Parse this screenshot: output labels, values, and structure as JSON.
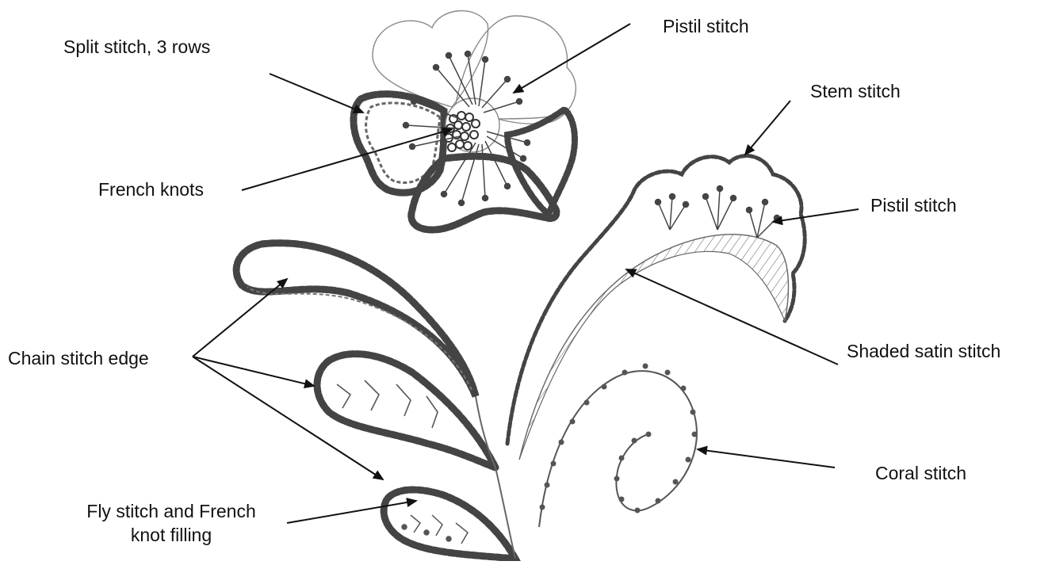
{
  "labels": {
    "split_stitch": "Split stitch, 3 rows",
    "french_knots": "French knots",
    "pistil_stitch_top": "Pistil stitch",
    "stem_stitch": "Stem stitch",
    "pistil_stitch_right": "Pistil stitch",
    "shaded_satin_stitch": "Shaded satin stitch",
    "chain_stitch_edge": "Chain stitch edge",
    "coral_stitch": "Coral stitch",
    "fly_stitch_line1": "Fly stitch and French",
    "fly_stitch_line2": "knot filling"
  },
  "colors": {
    "ink": "#111111",
    "pencil": "#777777",
    "thread": "#555555"
  }
}
